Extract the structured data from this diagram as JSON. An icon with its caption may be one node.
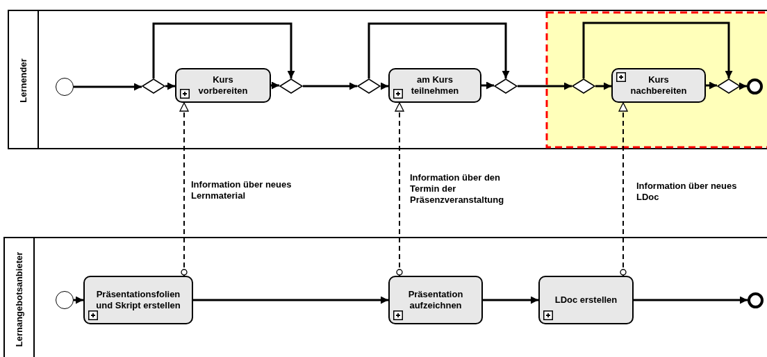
{
  "diagram": {
    "nodes": [
      {
        "text": [
          "Lernender"
        ]
      },
      {
        "text": [],
        "shape": "circle",
        "in": 0
      },
      {
        "text": [],
        "shape": "diamond",
        "in": 0
      },
      {
        "text": [
          "Kurs vorbereiten"
        ],
        "in": 0
      },
      {
        "text": [],
        "shape": "diamond",
        "in": 0
      },
      {
        "text": [],
        "shape": "diamond",
        "in": 0
      },
      {
        "text": [
          "am Kurs teilnehmen"
        ],
        "in": 0
      },
      {
        "text": [],
        "shape": "diamond",
        "in": 0
      },
      {
        "text": [],
        "shape": "diamond",
        "in": 0
      },
      {
        "text": [
          "Kurs nachbereiten"
        ],
        "in": 0
      },
      {
        "text": [],
        "shape": "diamond",
        "in": 0
      },
      {
        "text": [],
        "shape": "circle",
        "in": 0
      },
      {
        "text": [
          "Lernangebotsanbieter"
        ]
      },
      {
        "text": [],
        "shape": "circle",
        "in": 12
      },
      {
        "text": [
          "Präsentationsfolien und Skript erstellen"
        ],
        "in": 12
      },
      {
        "text": [
          "Präsentation aufzeichnen"
        ],
        "in": 12
      },
      {
        "text": [
          "LDoc erstellen"
        ],
        "in": 12
      },
      {
        "text": [],
        "shape": "circle",
        "in": 12
      }
    ],
    "edges": [
      {
        "from": 1,
        "to": 2,
        "arrow": "to"
      },
      {
        "from": 2,
        "to": 3,
        "arrow": "to"
      },
      {
        "from": 2,
        "to": 4,
        "arrow": "to"
      },
      {
        "from": 3,
        "to": 4,
        "arrow": "to"
      },
      {
        "from": 4,
        "to": 5,
        "arrow": "to"
      },
      {
        "from": 5,
        "to": 6,
        "arrow": "to"
      },
      {
        "from": 5,
        "to": 7,
        "arrow": "to"
      },
      {
        "from": 6,
        "to": 7,
        "arrow": "to"
      },
      {
        "from": 7,
        "to": 8,
        "arrow": "to"
      },
      {
        "from": 8,
        "to": 9,
        "arrow": "to"
      },
      {
        "from": 8,
        "to": 10,
        "arrow": "to"
      },
      {
        "from": 9,
        "to": 10,
        "arrow": "to"
      },
      {
        "from": 10,
        "to": 11,
        "arrow": "to"
      },
      {
        "from": 13,
        "to": 14,
        "arrow": "to"
      },
      {
        "from": 14,
        "to": 15,
        "arrow": "to"
      },
      {
        "from": 15,
        "to": 16,
        "arrow": "to"
      },
      {
        "from": 16,
        "to": 17,
        "arrow": "to"
      },
      {
        "from": 14,
        "to": 3,
        "arrow": "to",
        "style": "dashed",
        "label": "Information über neues Lernmaterial"
      },
      {
        "from": 15,
        "to": 6,
        "arrow": "to",
        "style": "dashed",
        "label": "Information über den Termin der Präsenzveranstaltung"
      },
      {
        "from": 16,
        "to": 9,
        "arrow": "to",
        "style": "dashed",
        "label": "Information über neues LDoc"
      }
    ]
  }
}
